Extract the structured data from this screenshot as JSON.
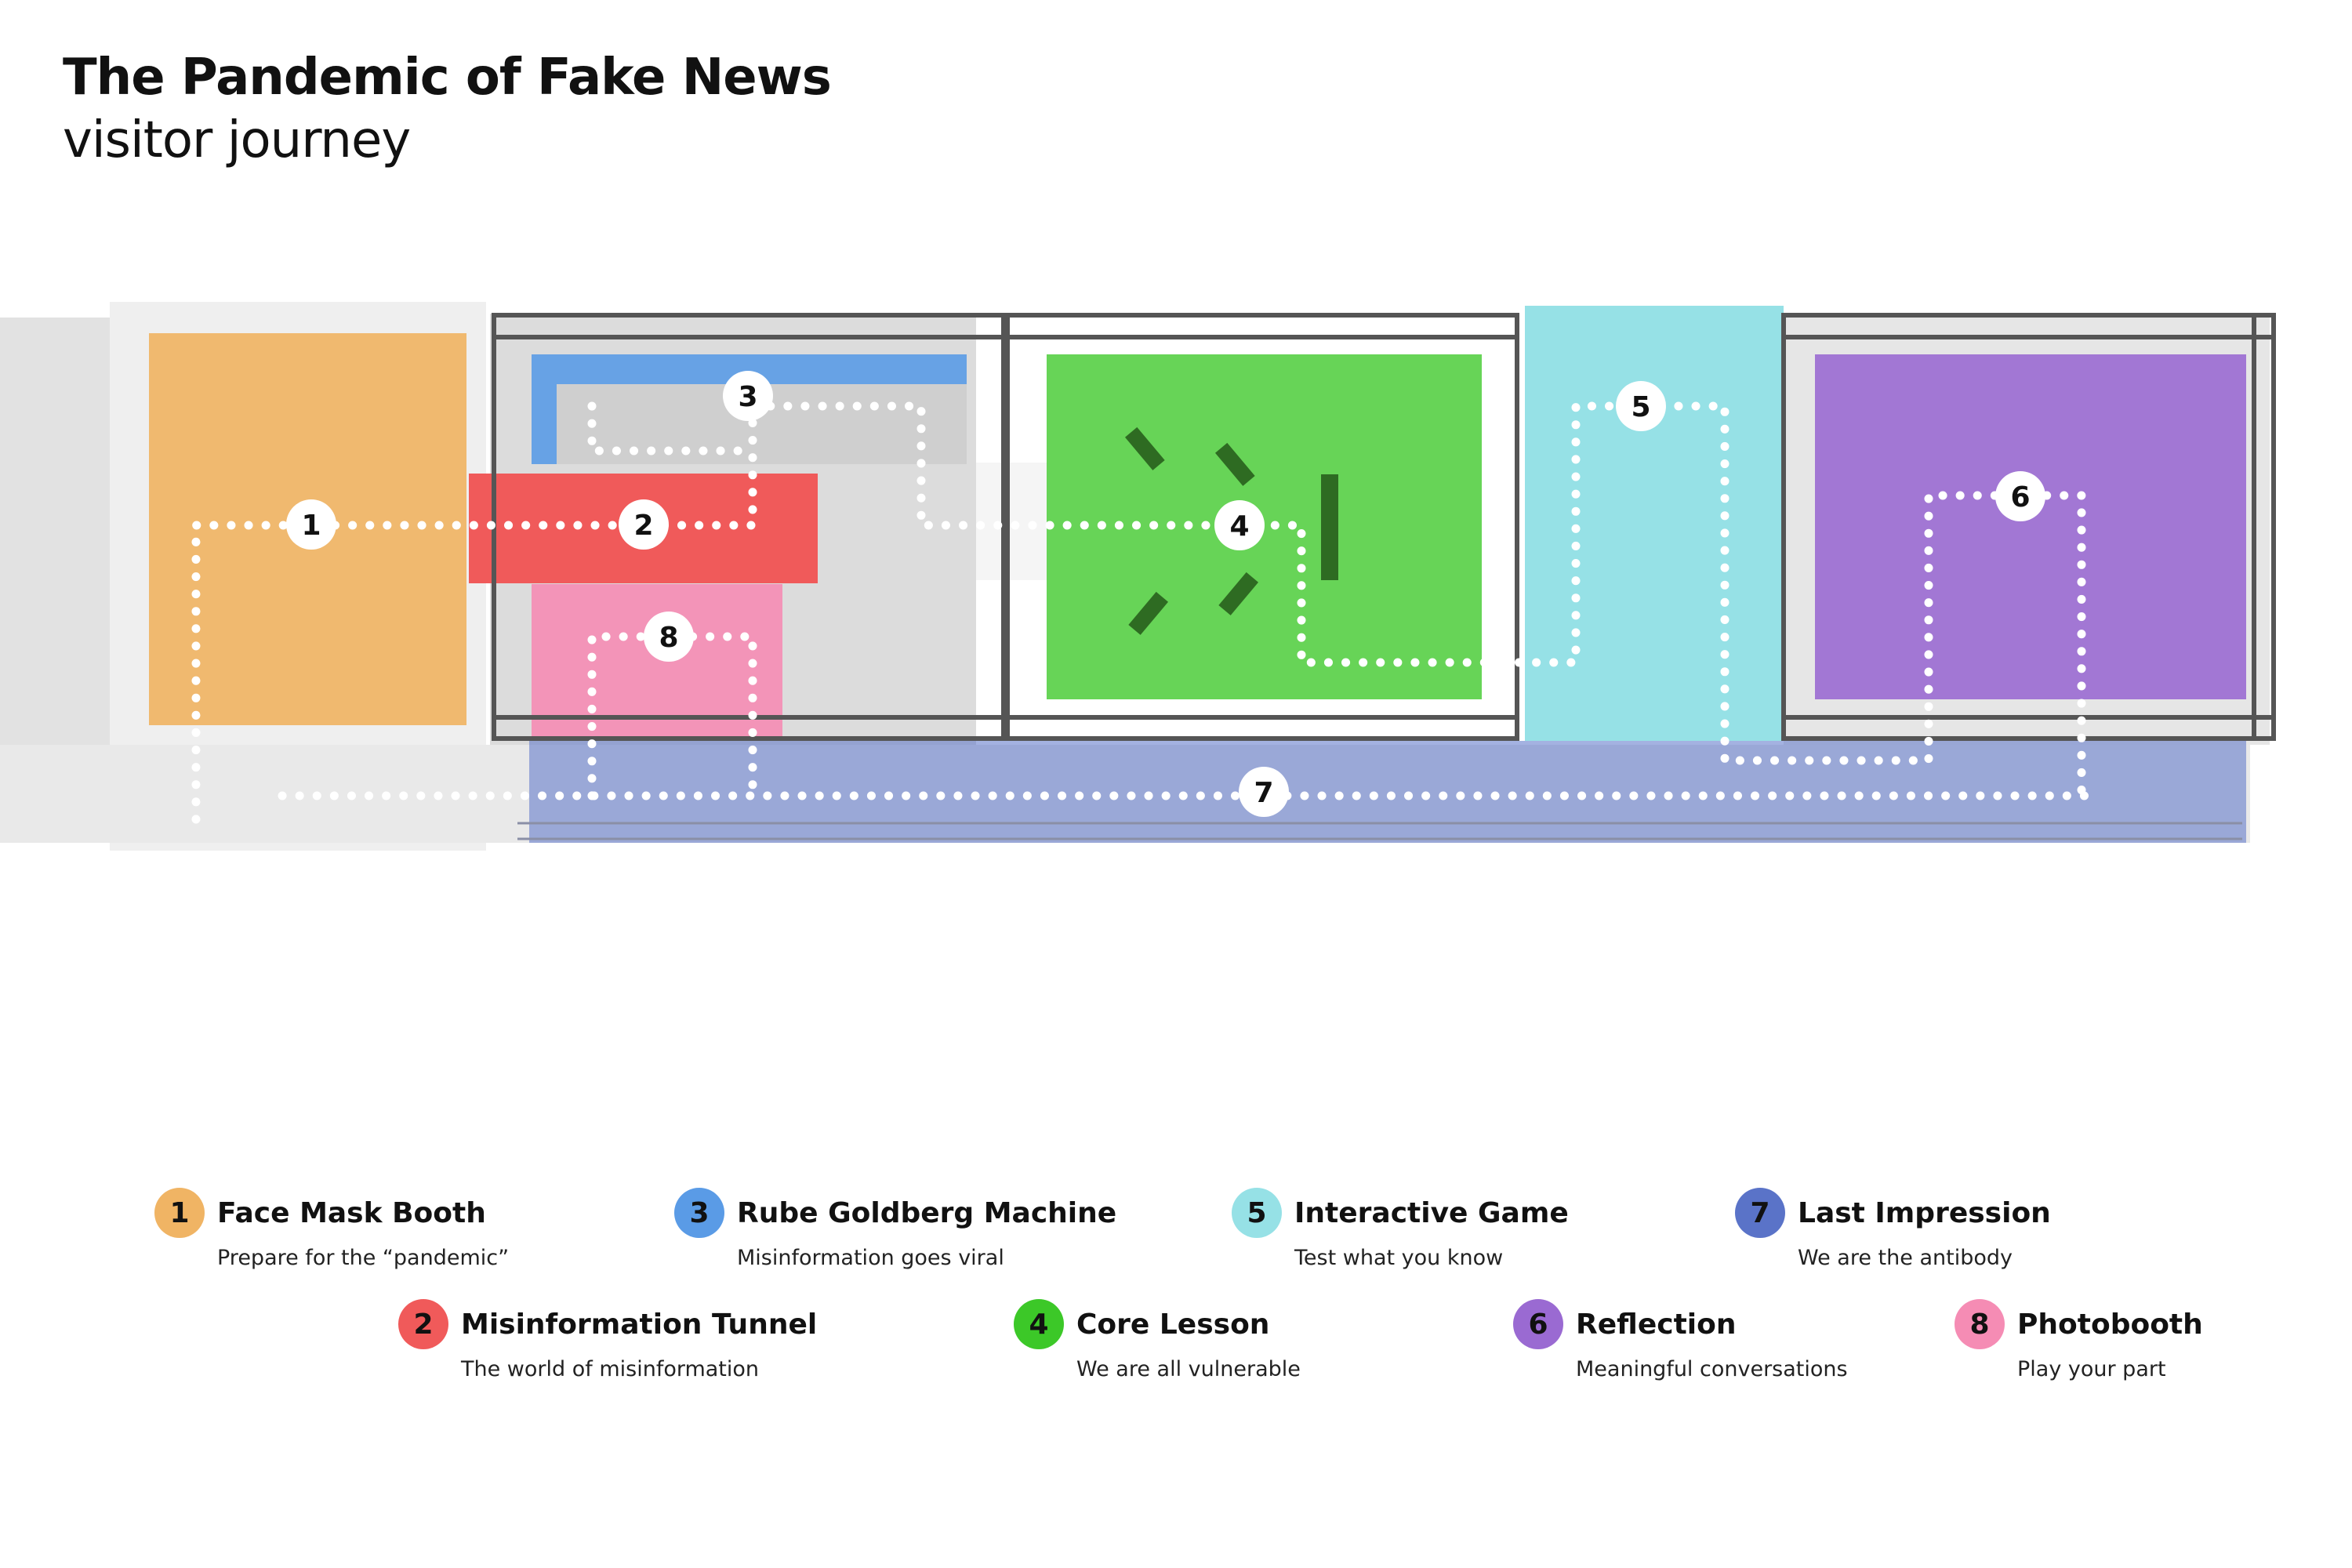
{
  "header": {
    "title": "The Pandemic of Fake News",
    "subtitle": "visitor journey"
  },
  "zones": [
    {
      "num": "1",
      "name": "Face Mask Booth",
      "desc": "Prepare for the “pandemic”",
      "color": "#F0B464"
    },
    {
      "num": "2",
      "name": "Misinformation Tunnel",
      "desc": "The world of misinformation",
      "color": "#F05A5A"
    },
    {
      "num": "3",
      "name": "Rube Goldberg Machine",
      "desc": "Misinformation goes viral",
      "color": "#5A9BE6"
    },
    {
      "num": "4",
      "name": "Core Lesson",
      "desc": "We are all vulnerable",
      "color": "#3CC828"
    },
    {
      "num": "5",
      "name": "Interactive Game",
      "desc": "Test what you know",
      "color": "#96E1E6"
    },
    {
      "num": "6",
      "name": "Reflection",
      "desc": "Meaningful conversations",
      "color": "#9A6AD2"
    },
    {
      "num": "7",
      "name": "Last Impression",
      "desc": "We are the antibody",
      "color": "#5A73C8"
    },
    {
      "num": "8",
      "name": "Photobooth",
      "desc": "Play your part",
      "color": "#F58CB4"
    }
  ]
}
